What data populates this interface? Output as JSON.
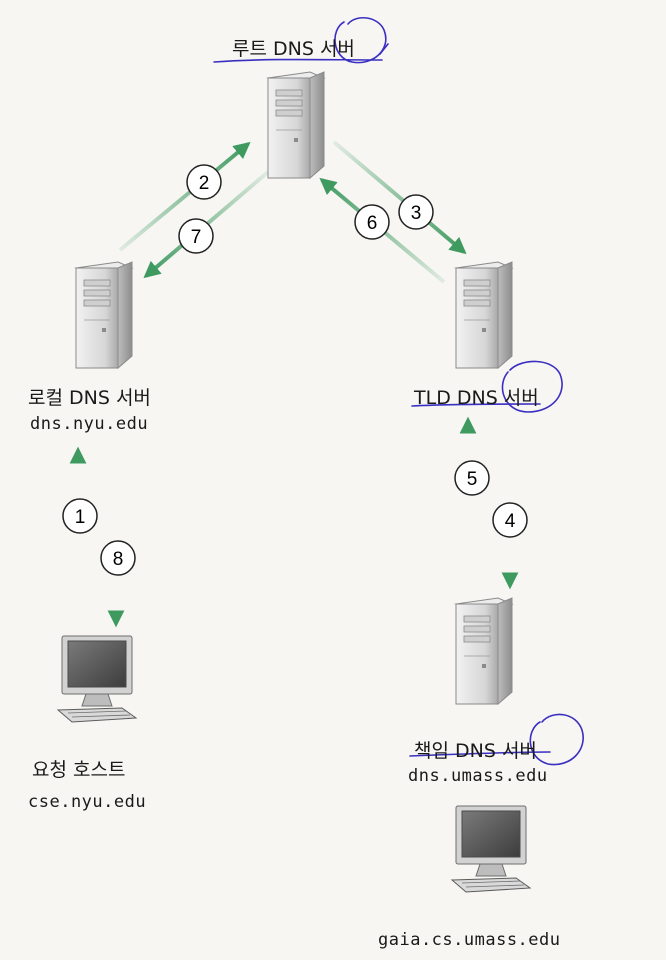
{
  "nodes": {
    "root": {
      "label": "루트 DNS 서버"
    },
    "local": {
      "label": "로컬 DNS 서버",
      "host": "dns.nyu.edu"
    },
    "tld": {
      "label": "TLD DNS 서버"
    },
    "auth": {
      "label": "책임 DNS 서버",
      "host": "dns.umass.edu"
    },
    "requesting_host": {
      "label": "요청 호스트",
      "host": "cse.nyu.edu"
    },
    "target_host": {
      "host": "gaia.cs.umass.edu"
    }
  },
  "steps": [
    "1",
    "2",
    "3",
    "4",
    "5",
    "6",
    "7",
    "8"
  ],
  "colors": {
    "arrow": "#3f9a60",
    "arrow_fade": "#cfe6d6",
    "pen": "#3a2fc0",
    "server_body": "#d9d9d9",
    "server_dark": "#9a9a9a"
  },
  "icons": {
    "server": "server-tower-icon",
    "computer": "desktop-computer-icon"
  }
}
